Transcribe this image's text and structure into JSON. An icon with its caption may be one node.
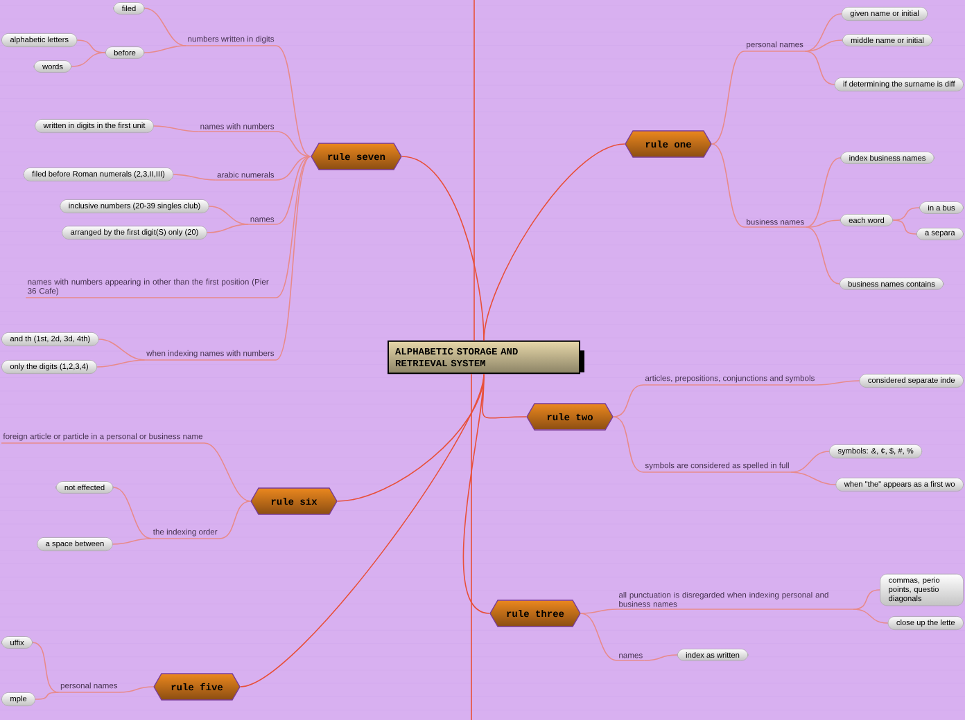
{
  "diagram": {
    "nodes": [
      {
        "text": [
          "ALPHABETIC STORAGE AND RETRIEVAL SYSTEM"
        ]
      },
      {
        "text": [
          "rule seven"
        ]
      },
      {
        "text": [
          "rule one"
        ]
      },
      {
        "text": [
          "rule two"
        ]
      },
      {
        "text": [
          "rule six"
        ]
      },
      {
        "text": [
          "rule three"
        ]
      },
      {
        "text": [
          "rule five"
        ]
      },
      {
        "text": [
          "numbers written in digits"
        ]
      },
      {
        "text": [
          "before"
        ]
      },
      {
        "text": [
          "filed"
        ]
      },
      {
        "text": [
          "alphabetic letters"
        ]
      },
      {
        "text": [
          "words"
        ]
      },
      {
        "text": [
          "names with numbers"
        ]
      },
      {
        "text": [
          "written in digits in the first unit"
        ]
      },
      {
        "text": [
          "arabic numerals"
        ]
      },
      {
        "text": [
          "filed before Roman numerals (2,3,II,III)"
        ]
      },
      {
        "text": [
          "names"
        ]
      },
      {
        "text": [
          "inclusive numbers (20-39 singles club)"
        ]
      },
      {
        "text": [
          "arranged by the first digit(S) only (20)"
        ]
      },
      {
        "text": [
          "names with numbers appearing in other than the first position (Pier 36 Cafe)"
        ]
      },
      {
        "text": [
          "when indexing names with numbers"
        ]
      },
      {
        "text": [
          "and th (1st, 2d, 3d, 4th)"
        ]
      },
      {
        "text": [
          "only the digits (1,2,3,4)"
        ]
      },
      {
        "text": [
          "foreign article or particle in a personal or business name"
        ]
      },
      {
        "text": [
          "the indexing order"
        ]
      },
      {
        "text": [
          "not effected"
        ]
      },
      {
        "text": [
          "a space between"
        ]
      },
      {
        "text": [
          "personal names"
        ]
      },
      {
        "text": [
          "uffix"
        ]
      },
      {
        "text": [
          "mple"
        ]
      },
      {
        "text": [
          "personal names"
        ]
      },
      {
        "text": [
          "given name or initial"
        ]
      },
      {
        "text": [
          "middle name or initial"
        ]
      },
      {
        "text": [
          "if determining the surname is diff"
        ]
      },
      {
        "text": [
          "business names"
        ]
      },
      {
        "text": [
          "index business names"
        ]
      },
      {
        "text": [
          "each word"
        ]
      },
      {
        "text": [
          "in a bus"
        ]
      },
      {
        "text": [
          "a separa"
        ]
      },
      {
        "text": [
          "business names contains"
        ]
      },
      {
        "text": [
          "articles, prepositions, conjunctions and symbols"
        ]
      },
      {
        "text": [
          "considered separate inde"
        ]
      },
      {
        "text": [
          "symbols are considered as spelled in full"
        ]
      },
      {
        "text": [
          "symbols: &, ¢, $, #, %"
        ]
      },
      {
        "text": [
          "when \"the\" appears as a first wo"
        ]
      },
      {
        "text": [
          "all punctuation is disregarded when indexing personal and business names"
        ]
      },
      {
        "text": [
          "commas, perio points, questio diagonals"
        ]
      },
      {
        "text": [
          "close up the lette"
        ]
      },
      {
        "text": [
          "names"
        ]
      },
      {
        "text": [
          "index as written"
        ]
      }
    ],
    "edges": [
      {
        "from": 0,
        "to": 1,
        "arrow": "none",
        "color": "#e8503a"
      },
      {
        "from": 0,
        "to": 2,
        "arrow": "none",
        "color": "#e8503a"
      },
      {
        "from": 0,
        "to": 3,
        "arrow": "none",
        "color": "#e8503a"
      },
      {
        "from": 0,
        "to": 4,
        "arrow": "none",
        "color": "#e8503a"
      },
      {
        "from": 0,
        "to": 5,
        "arrow": "none",
        "color": "#e8503a"
      },
      {
        "from": 0,
        "to": 6,
        "arrow": "none",
        "color": "#e8503a"
      },
      {
        "from": 0,
        "to": null,
        "arrow": "none",
        "color": "#e8503a"
      },
      {
        "from": 0,
        "to": null,
        "arrow": "none",
        "color": "#e8503a"
      },
      {
        "from": 1,
        "to": 7,
        "arrow": "none"
      },
      {
        "from": 1,
        "to": 12,
        "arrow": "none"
      },
      {
        "from": 1,
        "to": 14,
        "arrow": "none"
      },
      {
        "from": 1,
        "to": 16,
        "arrow": "none"
      },
      {
        "from": 1,
        "to": 19,
        "arrow": "none"
      },
      {
        "from": 1,
        "to": 20,
        "arrow": "none"
      },
      {
        "from": 7,
        "to": 8,
        "arrow": "none"
      },
      {
        "from": 7,
        "to": 9,
        "arrow": "none"
      },
      {
        "from": 8,
        "to": 10,
        "arrow": "none"
      },
      {
        "from": 8,
        "to": 11,
        "arrow": "none"
      },
      {
        "from": 12,
        "to": 13,
        "arrow": "none"
      },
      {
        "from": 14,
        "to": 15,
        "arrow": "none"
      },
      {
        "from": 16,
        "to": 17,
        "arrow": "none"
      },
      {
        "from": 16,
        "to": 18,
        "arrow": "none"
      },
      {
        "from": 20,
        "to": 21,
        "arrow": "none"
      },
      {
        "from": 20,
        "to": 22,
        "arrow": "none"
      },
      {
        "from": 4,
        "to": 23,
        "arrow": "none"
      },
      {
        "from": 4,
        "to": 24,
        "arrow": "none"
      },
      {
        "from": 24,
        "to": 25,
        "arrow": "none"
      },
      {
        "from": 24,
        "to": 26,
        "arrow": "none"
      },
      {
        "from": 6,
        "to": 27,
        "arrow": "none"
      },
      {
        "from": 27,
        "to": 28,
        "arrow": "none"
      },
      {
        "from": 27,
        "to": 29,
        "arrow": "none"
      },
      {
        "from": 2,
        "to": 30,
        "arrow": "none"
      },
      {
        "from": 2,
        "to": 34,
        "arrow": "none"
      },
      {
        "from": 30,
        "to": 31,
        "arrow": "none"
      },
      {
        "from": 30,
        "to": 32,
        "arrow": "none"
      },
      {
        "from": 30,
        "to": 33,
        "arrow": "none"
      },
      {
        "from": 34,
        "to": 35,
        "arrow": "none"
      },
      {
        "from": 34,
        "to": 36,
        "arrow": "none"
      },
      {
        "from": 34,
        "to": 39,
        "arrow": "none"
      },
      {
        "from": 36,
        "to": 37,
        "arrow": "none"
      },
      {
        "from": 36,
        "to": 38,
        "arrow": "none"
      },
      {
        "from": 3,
        "to": 40,
        "arrow": "none"
      },
      {
        "from": 3,
        "to": 42,
        "arrow": "none"
      },
      {
        "from": 40,
        "to": 41,
        "arrow": "none"
      },
      {
        "from": 42,
        "to": 43,
        "arrow": "none"
      },
      {
        "from": 42,
        "to": 44,
        "arrow": "none"
      },
      {
        "from": 5,
        "to": 45,
        "arrow": "none"
      },
      {
        "from": 5,
        "to": 48,
        "arrow": "none"
      },
      {
        "from": 45,
        "to": 46,
        "arrow": "none"
      },
      {
        "from": 45,
        "to": 47,
        "arrow": "none"
      },
      {
        "from": 48,
        "to": 49,
        "arrow": "none"
      }
    ]
  }
}
